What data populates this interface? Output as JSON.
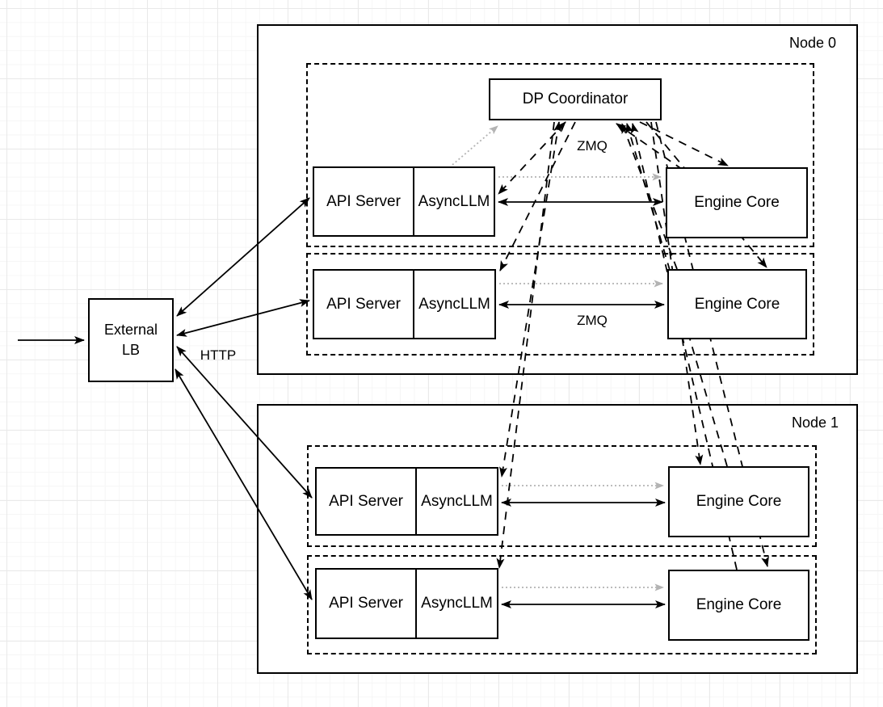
{
  "diagram": {
    "title_note": "data-parallel deployment diagram",
    "external_lb": {
      "line1": "External",
      "line2": "LB"
    },
    "coordinator": {
      "label": "DP Coordinator"
    },
    "nodes": [
      {
        "label": "Node 0"
      },
      {
        "label": "Node 1"
      }
    ],
    "ranks": [
      {
        "api": "API Server",
        "async": "AsyncLLM",
        "engine": "Engine Core"
      },
      {
        "api": "API Server",
        "async": "AsyncLLM",
        "engine": "Engine Core"
      },
      {
        "api": "API Server",
        "async": "AsyncLLM",
        "engine": "Engine Core"
      },
      {
        "api": "API Server",
        "async": "AsyncLLM",
        "engine": "Engine Core"
      }
    ],
    "edge_labels": {
      "http": "HTTP",
      "zmq_coordinator": "ZMQ",
      "zmq_engine": "ZMQ"
    },
    "colors": {
      "stroke": "#000000",
      "handshake_dotted": "#b3b3b3",
      "fill": "#ffffff"
    },
    "edges": [
      {
        "from": "inbound",
        "to": "external-lb",
        "style": "solid",
        "arrows": "end"
      },
      {
        "from": "external-lb",
        "to": "node0-rank0-api-server",
        "style": "solid",
        "arrows": "both",
        "label": "HTTP"
      },
      {
        "from": "external-lb",
        "to": "node0-rank1-api-server",
        "style": "solid",
        "arrows": "both"
      },
      {
        "from": "external-lb",
        "to": "node1-rank0-api-server",
        "style": "solid",
        "arrows": "both"
      },
      {
        "from": "external-lb",
        "to": "node1-rank1-api-server",
        "style": "solid",
        "arrows": "both"
      },
      {
        "from": "node0-rank0-asyncllm",
        "to": "node0-rank0-engine-core",
        "style": "solid",
        "arrows": "both"
      },
      {
        "from": "node0-rank1-asyncllm",
        "to": "node0-rank1-engine-core",
        "style": "solid",
        "arrows": "both",
        "label": "ZMQ"
      },
      {
        "from": "node1-rank0-asyncllm",
        "to": "node1-rank0-engine-core",
        "style": "solid",
        "arrows": "both"
      },
      {
        "from": "node1-rank1-asyncllm",
        "to": "node1-rank1-engine-core",
        "style": "solid",
        "arrows": "both"
      },
      {
        "from": "node0-rank0-asyncllm",
        "to": "dp-coordinator",
        "style": "dotted-gray",
        "arrows": "end"
      },
      {
        "from": "node0-rank0-asyncllm",
        "to": "node0-rank0-engine-core",
        "style": "dotted-gray",
        "arrows": "end"
      },
      {
        "from": "node0-rank1-asyncllm",
        "to": "node0-rank1-engine-core",
        "style": "dotted-gray",
        "arrows": "end"
      },
      {
        "from": "node1-rank0-asyncllm",
        "to": "node1-rank0-engine-core",
        "style": "dotted-gray",
        "arrows": "end"
      },
      {
        "from": "node1-rank1-asyncllm",
        "to": "node1-rank1-engine-core",
        "style": "dotted-gray",
        "arrows": "end"
      },
      {
        "from": "dp-coordinator",
        "to": "node0-rank0-asyncllm",
        "style": "dashed",
        "arrows": "both",
        "label": "ZMQ"
      },
      {
        "from": "dp-coordinator",
        "to": "node0-rank1-asyncllm",
        "style": "dashed",
        "arrows": "end"
      },
      {
        "from": "dp-coordinator",
        "to": "node1-rank0-asyncllm",
        "style": "dashed",
        "arrows": "both"
      },
      {
        "from": "dp-coordinator",
        "to": "node1-rank1-asyncllm",
        "style": "dashed",
        "arrows": "end"
      },
      {
        "from": "node0-rank0-engine-core",
        "to": "dp-coordinator",
        "style": "dashed",
        "arrows": "end"
      },
      {
        "from": "node0-rank1-engine-core",
        "to": "dp-coordinator",
        "style": "dashed",
        "arrows": "end"
      },
      {
        "from": "node1-rank0-engine-core",
        "to": "dp-coordinator",
        "style": "dashed",
        "arrows": "end"
      },
      {
        "from": "node1-rank1-engine-core",
        "to": "dp-coordinator",
        "style": "dashed",
        "arrows": "end"
      },
      {
        "from": "dp-coordinator",
        "to": "node0-rank0-engine-core",
        "style": "dashed",
        "arrows": "end"
      },
      {
        "from": "dp-coordinator",
        "to": "node0-rank1-engine-core",
        "style": "dashed",
        "arrows": "end"
      },
      {
        "from": "dp-coordinator",
        "to": "node1-rank0-engine-core",
        "style": "dashed",
        "arrows": "end"
      },
      {
        "from": "dp-coordinator",
        "to": "node1-rank1-engine-core",
        "style": "dashed",
        "arrows": "end"
      }
    ]
  }
}
